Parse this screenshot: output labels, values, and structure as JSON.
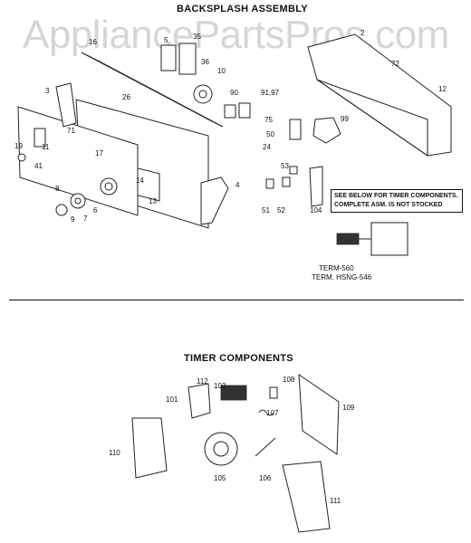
{
  "title_top": "BACKSPLASH ASSEMBLY",
  "title_bottom": "TIMER COMPONENTS",
  "watermark": "AppliancePartsPros.com",
  "note": [
    "SEE BELOW FOR TIMER COMPONENTS.",
    "COMPLETE ASM. IS NOT STOCKED"
  ],
  "term_labels": [
    "TERM-560",
    "TERM. HSNG-546"
  ],
  "parts": [
    "2",
    "3",
    "4",
    "5",
    "6",
    "7",
    "8",
    "9",
    "10",
    "11",
    "12",
    "13",
    "14",
    "16",
    "17",
    "19",
    "24",
    "26",
    "35",
    "36",
    "41",
    "50",
    "51",
    "52",
    "53",
    "71",
    "72",
    "75",
    "90",
    "91,97",
    "99",
    "104",
    "101",
    "103",
    "105",
    "106",
    "107",
    "108",
    "109",
    "110",
    "111",
    "112"
  ]
}
